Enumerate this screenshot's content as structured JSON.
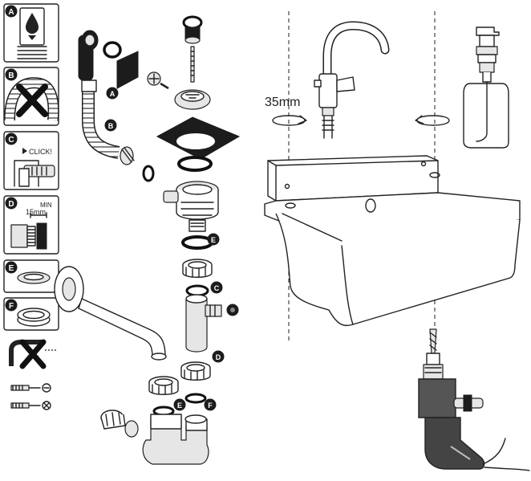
{
  "panels": [
    {
      "letter": "A"
    },
    {
      "letter": "B"
    },
    {
      "letter": "C",
      "text": "CLICK!"
    },
    {
      "letter": "D",
      "text_min": "MIN",
      "text_mm": "15mm"
    },
    {
      "letter": "E"
    },
    {
      "letter": "F"
    }
  ],
  "callouts": {
    "a": "A",
    "b": "B",
    "c": "C",
    "d": "D",
    "e1": "E",
    "e2": "E",
    "f": "F"
  },
  "faucet_label": "35mm"
}
